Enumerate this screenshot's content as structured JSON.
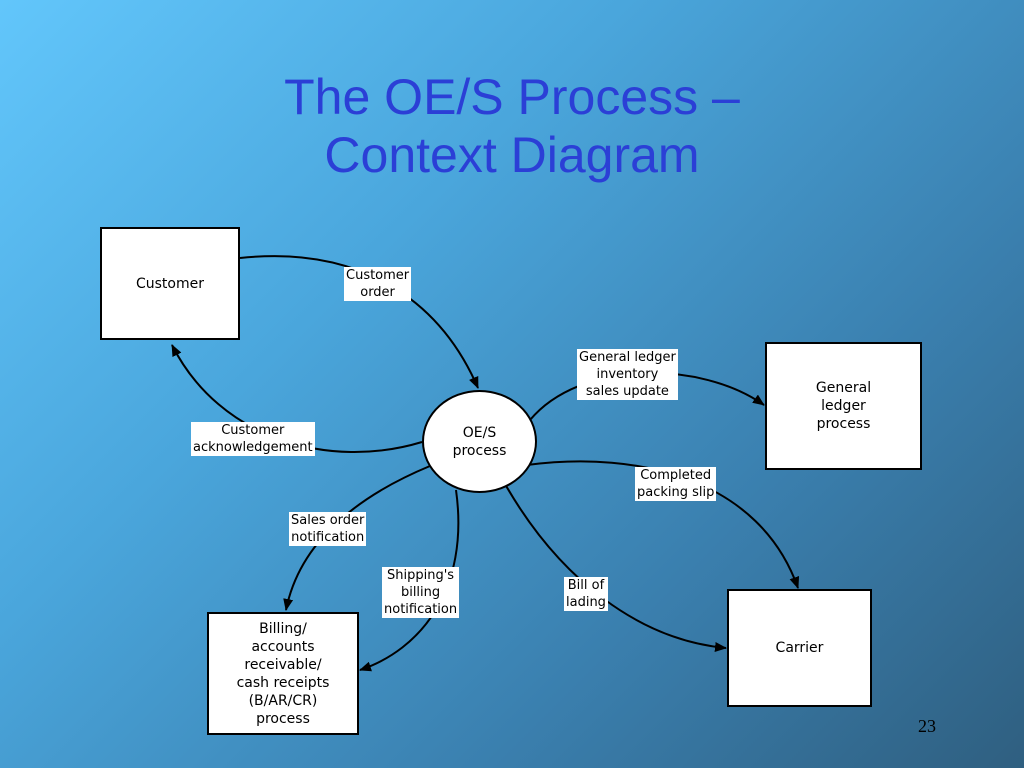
{
  "title": {
    "line1": "The OE/S Process –",
    "line2": "Context Diagram"
  },
  "central_process": {
    "line1": "OE/S",
    "line2": "process"
  },
  "entities": {
    "customer": "Customer",
    "general_ledger": {
      "line1": "General",
      "line2": "ledger",
      "line3": "process"
    },
    "carrier": "Carrier",
    "billing": {
      "line1": "Billing/",
      "line2": "accounts",
      "line3": "receivable/",
      "line4": "cash receipts",
      "line5": "(B/AR/CR)",
      "line6": "process"
    }
  },
  "flows": {
    "customer_order": {
      "line1": "Customer",
      "line2": "order"
    },
    "customer_ack": {
      "line1": "Customer",
      "line2": "acknowledgement"
    },
    "gl_update": {
      "line1": "General ledger",
      "line2": "inventory",
      "line3": "sales update"
    },
    "packing_slip": {
      "line1": "Completed",
      "line2": "packing slip"
    },
    "sales_order_notification": {
      "line1": "Sales order",
      "line2": "notification"
    },
    "shipping_billing": {
      "line1": "Shipping's",
      "line2": "billing",
      "line3": "notification"
    },
    "bill_of_lading": {
      "line1": "Bill of",
      "line2": "lading"
    }
  },
  "page_number": "23"
}
